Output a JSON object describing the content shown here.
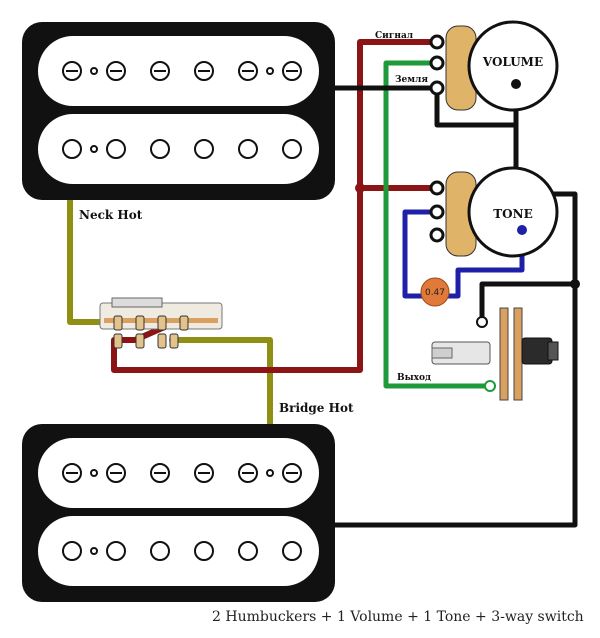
{
  "labels": {
    "signal": "Сигнал",
    "ground": "Земля",
    "output": "Выход",
    "neck_hot": "Neck Hot",
    "bridge_hot": "Bridge Hot",
    "volume": "VOLUME",
    "tone": "TONE",
    "capacitor": "0.47"
  },
  "caption": "2 Humbuckers + 1 Volume + 1 Tone + 3-way switch",
  "colors": {
    "hot_wire": "#8b1414",
    "signal_wire": "#1e9a3a",
    "ground_wire": "#111111",
    "neck_hot_wire": "#8f8f14",
    "tone_wire": "#1f1fa8",
    "capacitor": "#e07a3a",
    "pot_lug_tab": "#e0b468"
  }
}
